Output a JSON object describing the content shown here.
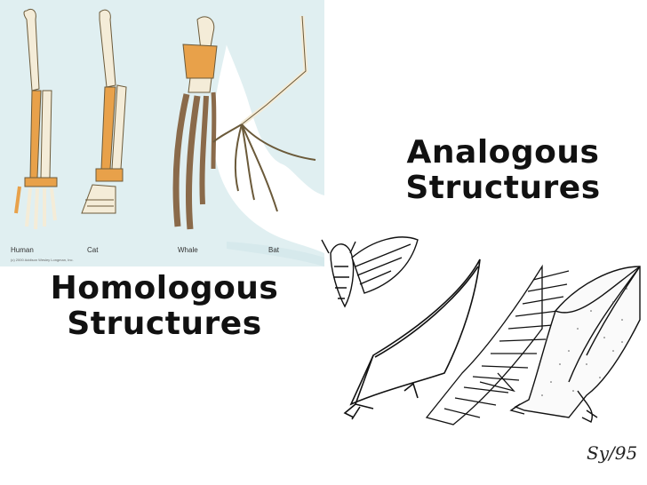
{
  "homologous": {
    "title_line1": "Homologous",
    "title_line2": "Structures",
    "labels": [
      "Human",
      "Cat",
      "Whale",
      "Bat"
    ],
    "credit": "(c) 2000 Addison Wesley Longman, Inc.",
    "colors": {
      "background": "#dfeef0",
      "bone": "#f4ecd8",
      "accent_bone": "#e8a14a",
      "outline": "#6b5a3a"
    }
  },
  "analogous": {
    "title_line1": "Analogous",
    "title_line2": "Structures",
    "signature": "Sy/95"
  }
}
